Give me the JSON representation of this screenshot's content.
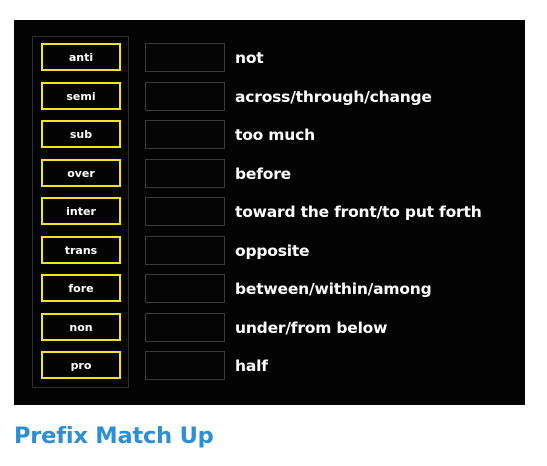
{
  "game": {
    "title": "Prefix Match Up",
    "prefixes": [
      "anti",
      "semi",
      "sub",
      "over",
      "inter",
      "trans",
      "fore",
      "non",
      "pro"
    ],
    "meanings": [
      "not",
      "across/through/change",
      "too much",
      "before",
      "toward the front/to put forth",
      "opposite",
      "between/within/among",
      "under/from below",
      "half"
    ]
  },
  "colors": {
    "board": "#030303",
    "tile_border": "#f2e323",
    "text": "#ffffff",
    "caption": "#2c8fd2"
  }
}
